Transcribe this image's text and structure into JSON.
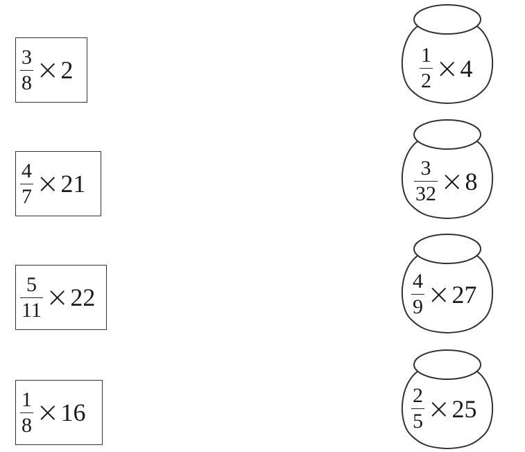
{
  "boxes": [
    {
      "numerator": "3",
      "denominator": "8",
      "times": "×",
      "multiplier": "2"
    },
    {
      "numerator": "4",
      "denominator": "7",
      "times": "×",
      "multiplier": "21"
    },
    {
      "numerator": "5",
      "denominator": "11",
      "times": "×",
      "multiplier": "22"
    },
    {
      "numerator": "1",
      "denominator": "8",
      "times": "×",
      "multiplier": "16"
    }
  ],
  "pots": [
    {
      "numerator": "1",
      "denominator": "2",
      "times": "×",
      "multiplier": "4"
    },
    {
      "numerator": "3",
      "denominator": "32",
      "times": "×",
      "multiplier": "8"
    },
    {
      "numerator": "4",
      "denominator": "9",
      "times": "×",
      "multiplier": "27"
    },
    {
      "numerator": "2",
      "denominator": "5",
      "times": "×",
      "multiplier": "25"
    }
  ]
}
